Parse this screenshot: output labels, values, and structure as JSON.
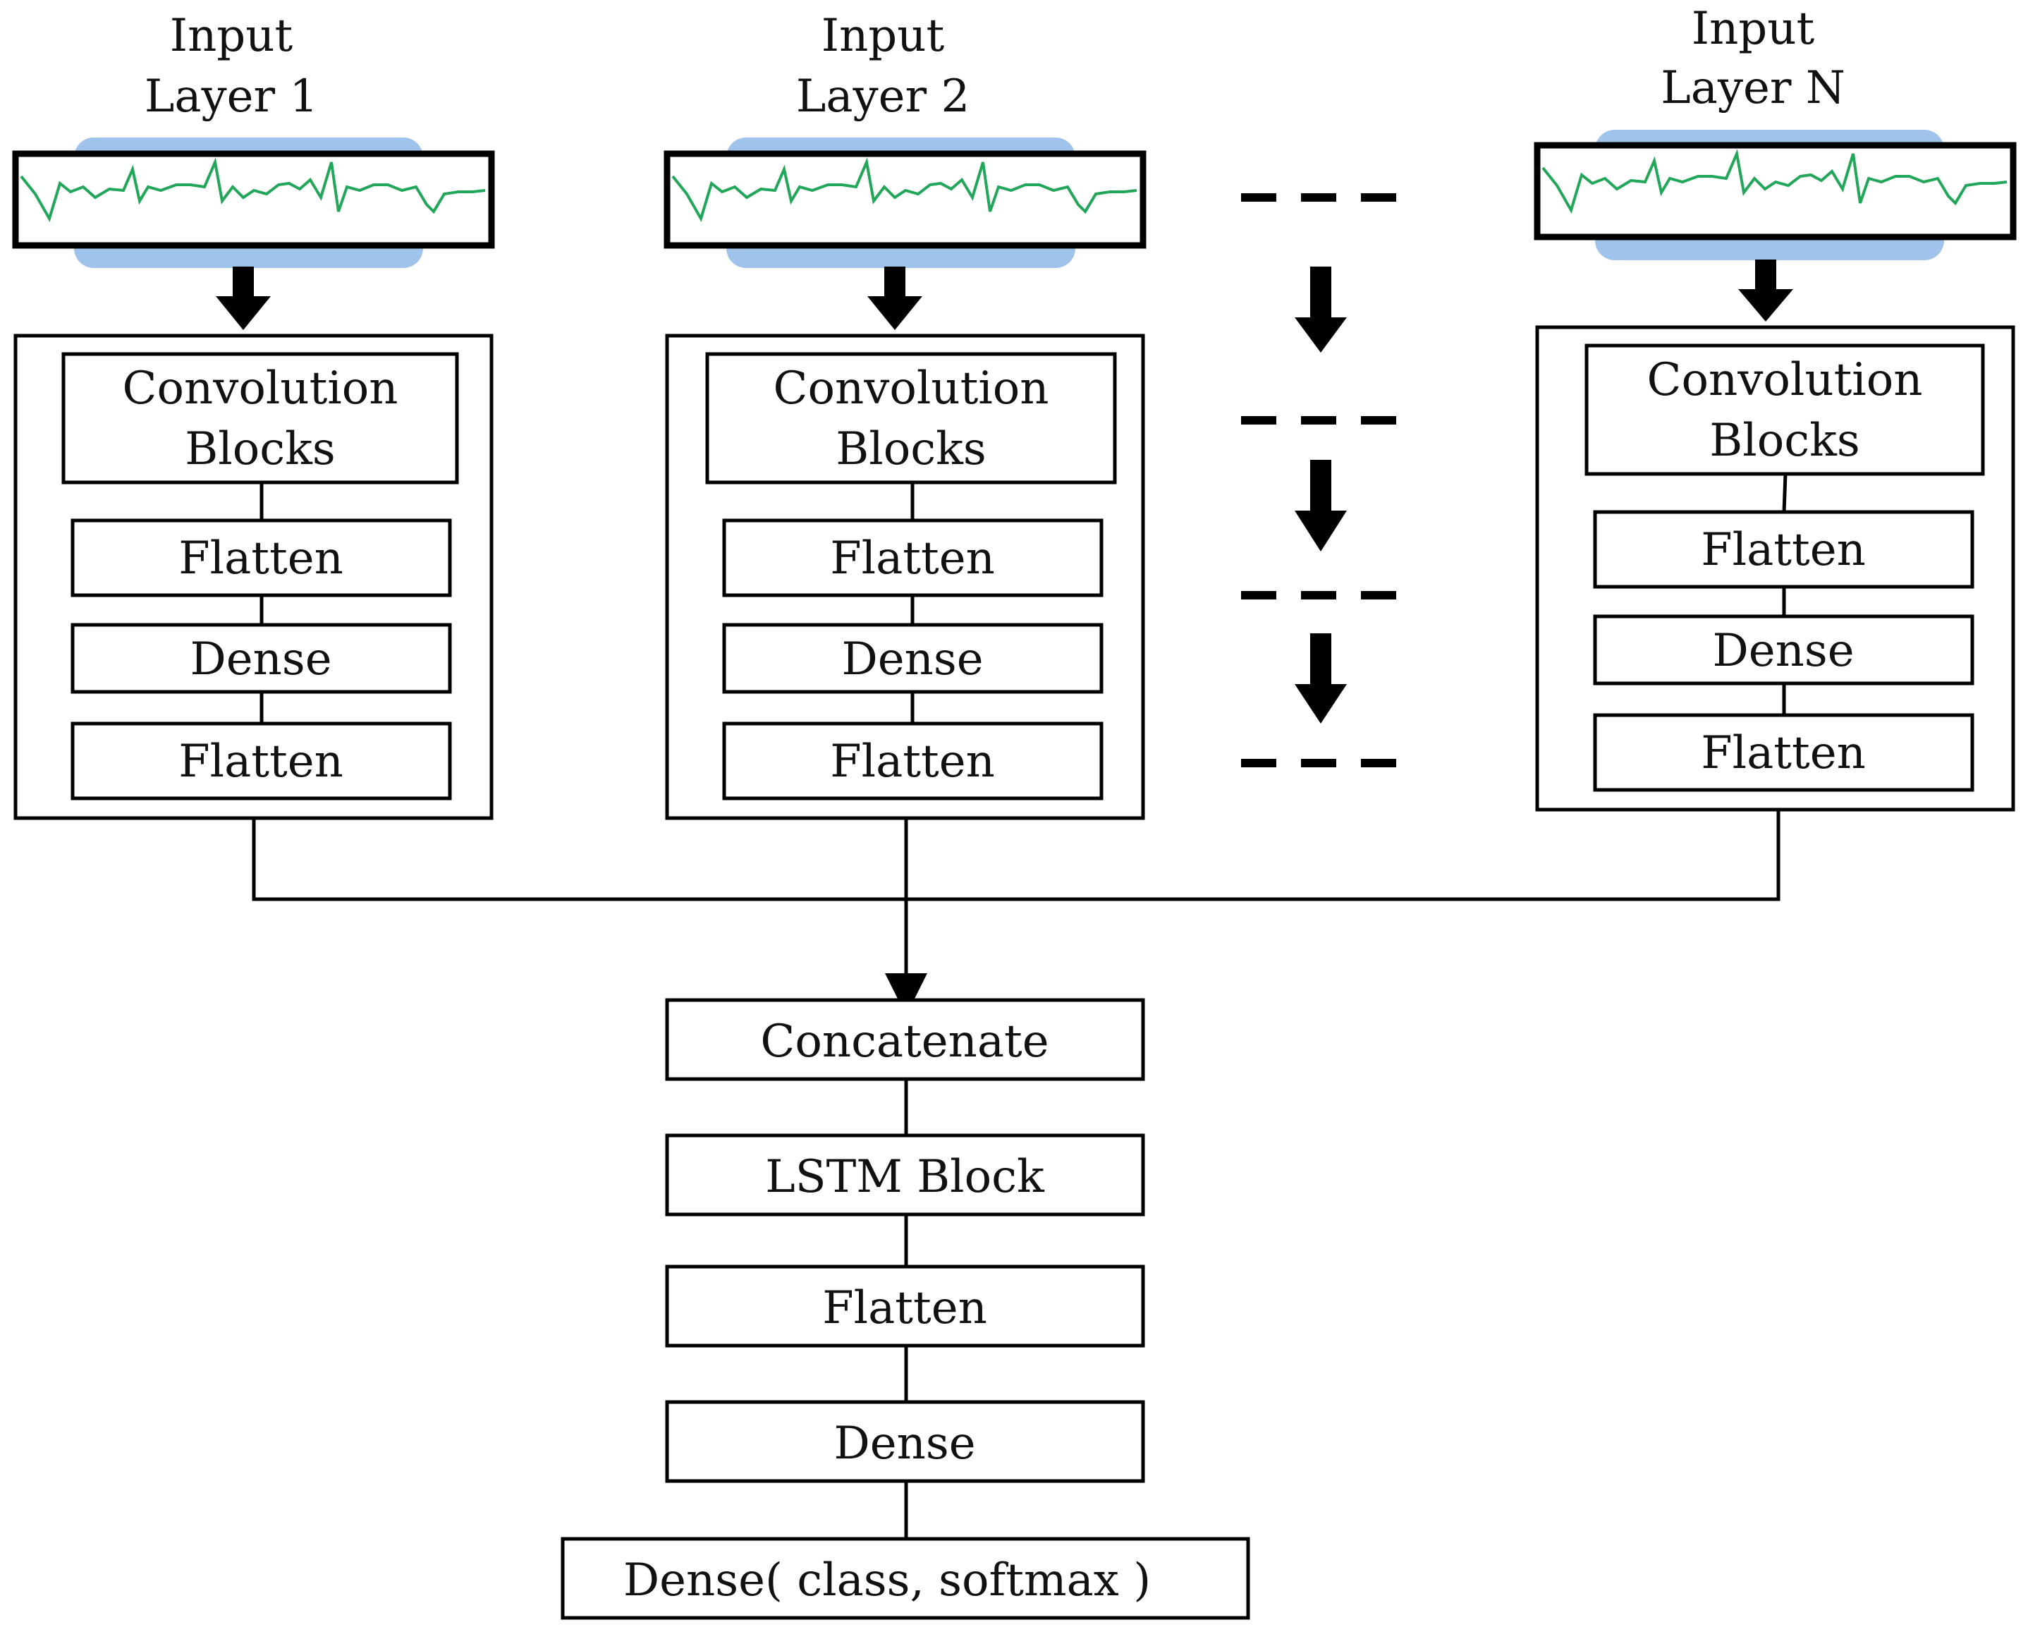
{
  "colors": {
    "stroke": "#000000",
    "signal": "#22a65a",
    "signal_glow": "#8fb8e8"
  },
  "branches": [
    {
      "input_line1": "Input",
      "input_line2": "Layer 1",
      "conv_line1": "Convolution",
      "conv_line2": "Blocks",
      "flatten1": "Flatten",
      "dense": "Dense",
      "flatten2": "Flatten"
    },
    {
      "input_line1": "Input",
      "input_line2": "Layer 2",
      "conv_line1": "Convolution",
      "conv_line2": "Blocks",
      "flatten1": "Flatten",
      "dense": "Dense",
      "flatten2": "Flatten"
    },
    {
      "input_line1": "Input",
      "input_line2": "Layer N",
      "conv_line1": "Convolution",
      "conv_line2": "Blocks",
      "flatten1": "Flatten",
      "dense": "Dense",
      "flatten2": "Flatten"
    }
  ],
  "head": {
    "concatenate": "Concatenate",
    "lstm": "LSTM Block",
    "flatten": "Flatten",
    "dense": "Dense",
    "output": "Dense( class, softmax )"
  },
  "icons": {
    "signal": "ecg-signal-icon",
    "arrow": "down-arrow-icon",
    "ellipsis": "dashed-ellipsis-icon"
  }
}
